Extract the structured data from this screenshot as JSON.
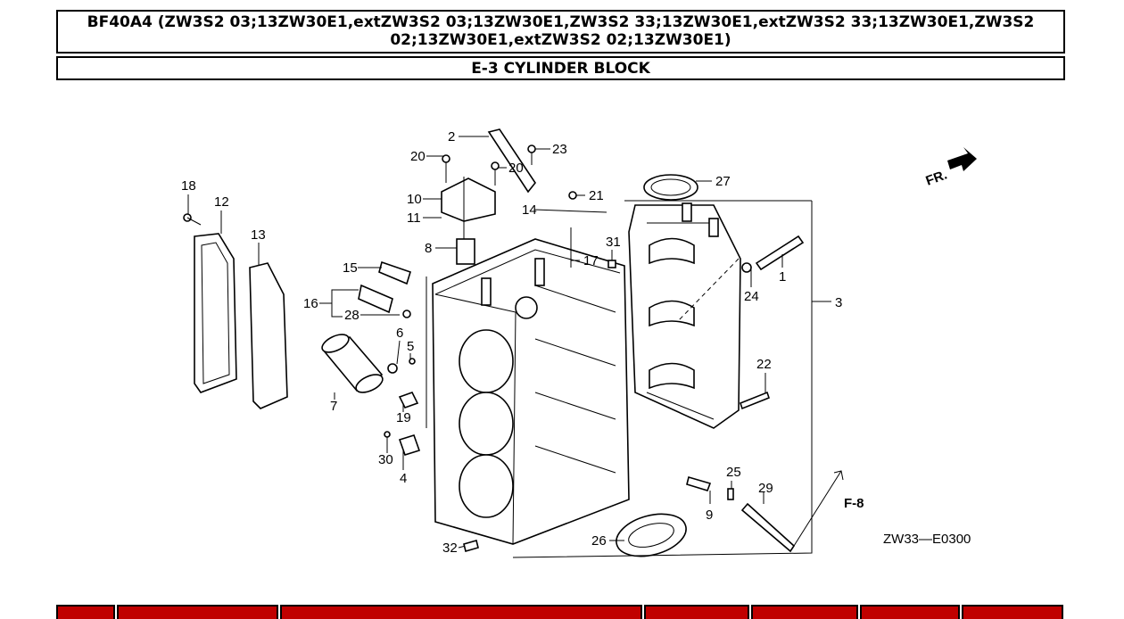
{
  "header": {
    "model_line": "BF40A4 (ZW3S2 03;13ZW30E1,extZW3S2 03;13ZW30E1,ZW3S2 33;13ZW30E1,extZW3S2 33;13ZW30E1,ZW3S2 02;13ZW30E1,extZW3S2 02;13ZW30E1)",
    "section_title": "E-3 CYLINDER BLOCK"
  },
  "diagram": {
    "part_callouts": [
      "1",
      "2",
      "3",
      "4",
      "5",
      "6",
      "7",
      "8",
      "9",
      "10",
      "11",
      "12",
      "13",
      "14",
      "15",
      "16",
      "17",
      "18",
      "19",
      "20",
      "20",
      "21",
      "22",
      "23",
      "24",
      "25",
      "26",
      "27",
      "28",
      "29",
      "30",
      "31",
      "32"
    ],
    "direction_marker": "FR.",
    "reference_label": "F-8",
    "drawing_code": "ZW33—E0300"
  },
  "colors": {
    "table_header": "#c00000",
    "ink": "#000000"
  }
}
